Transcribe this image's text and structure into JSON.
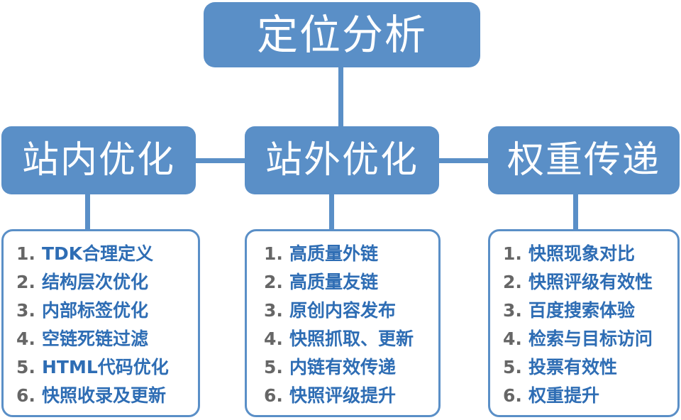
{
  "diagram": {
    "type": "organization-tree",
    "colors": {
      "node_fill": "#5A8FC7",
      "node_text": "#FFFFFF",
      "box_border": "#5A8FC7",
      "box_fill": "#FFFFFF",
      "list_number": "#666666",
      "list_text": "#2E6DB4",
      "connector": "#5A8FC7"
    },
    "root": {
      "label": "定位分析"
    },
    "branches": [
      {
        "id": "left",
        "label": "站内优化",
        "items": [
          {
            "num": "1.",
            "text": "TDK合理定义"
          },
          {
            "num": "2.",
            "text": "结构层次优化"
          },
          {
            "num": "3.",
            "text": "内部标签优化"
          },
          {
            "num": "4.",
            "text": "空链死链过滤"
          },
          {
            "num": "5.",
            "text": "HTML代码优化"
          },
          {
            "num": "6.",
            "text": "快照收录及更新"
          }
        ]
      },
      {
        "id": "middle",
        "label": "站外优化",
        "items": [
          {
            "num": "1.",
            "text": "高质量外链"
          },
          {
            "num": "2.",
            "text": "高质量友链"
          },
          {
            "num": "3.",
            "text": "原创内容发布"
          },
          {
            "num": "4.",
            "text": "快照抓取、更新"
          },
          {
            "num": "5.",
            "text": "内链有效传递"
          },
          {
            "num": "6.",
            "text": "快照评级提升"
          }
        ]
      },
      {
        "id": "right",
        "label": "权重传递",
        "items": [
          {
            "num": "1.",
            "text": "快照现象对比"
          },
          {
            "num": "2.",
            "text": "快照评级有效性"
          },
          {
            "num": "3.",
            "text": "百度搜索体验"
          },
          {
            "num": "4.",
            "text": "检索与目标访问"
          },
          {
            "num": "5.",
            "text": "投票有效性"
          },
          {
            "num": "6.",
            "text": "权重提升"
          }
        ]
      }
    ]
  }
}
